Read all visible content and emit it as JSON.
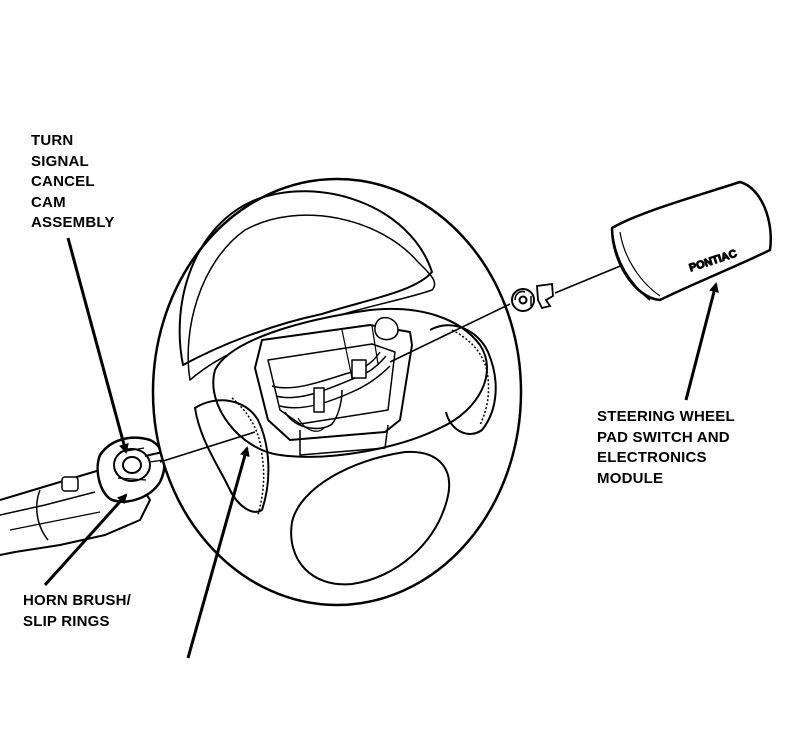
{
  "callouts": {
    "turn_signal_cam": [
      "TURN",
      "SIGNAL",
      "CANCEL",
      "CAM",
      "ASSEMBLY"
    ],
    "horn_brush": [
      "HORN BRUSH/",
      "SLIP RINGS"
    ],
    "pad_module": [
      "STEERING WHEEL",
      "PAD SWITCH AND",
      "ELECTRONICS",
      "MODULE"
    ]
  },
  "module_brand": "PONTIAC",
  "colors": {
    "ink": "#000000",
    "paper": "#ffffff"
  }
}
